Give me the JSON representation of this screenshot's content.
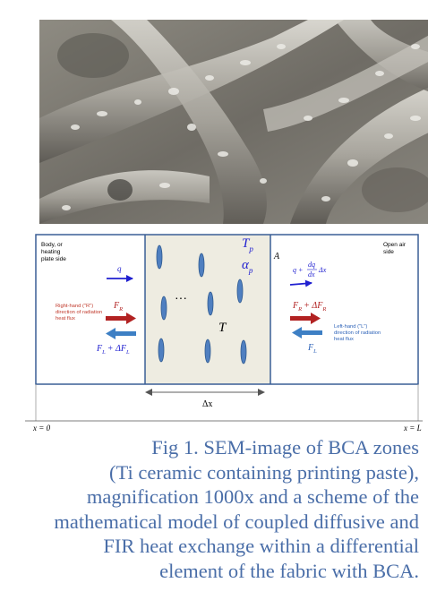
{
  "figure": {
    "left_label": [
      "Body, or",
      "heating",
      "plate side"
    ],
    "right_label": [
      "Open air",
      "side"
    ],
    "q_left": "q",
    "q_right_prefix": "q +",
    "q_right_num": "dq",
    "q_right_den": "dx",
    "q_right_suffix": "Δx",
    "T_p": "T",
    "T_p_sub": "p",
    "alpha_p": "α",
    "alpha_p_sub": "p",
    "A": "A",
    "dots": "···",
    "T": "T",
    "FR_left": "F",
    "FR_left_sub": "R",
    "FR_right": "F",
    "FR_right_sub": "R",
    "FR_right_suffix": "+ ΔF",
    "FR_right_suffix_sub": "R",
    "FL_left": "F",
    "FL_left_sub": "L",
    "FL_left_suffix": "+ ΔF",
    "FL_left_suffix_sub": "L",
    "FL_right": "F",
    "FL_right_sub": "L",
    "right_hand_note": [
      "Right-hand (\"R\")",
      "direction of radiation",
      "heat flux"
    ],
    "left_hand_note": [
      "Left-hand (\"L\")",
      "direction of radiation",
      "heat flux"
    ],
    "dx": "Δx",
    "x0": "x = 0",
    "xL": "x = L"
  },
  "caption": [
    "Fig 1. SEM-image of BCA zones",
    "(Ti ceramic containing printing paste),",
    "magnification 1000x and a scheme of the",
    "mathematical model of coupled diffusive and",
    "FIR heat exchange within a differential",
    "element of the fabric with BCA."
  ],
  "colors": {
    "blue_arrow": "#1f1fd0",
    "red_arrow": "#b22222",
    "light_blue_arrow": "#3d7fc4",
    "box_stroke": "#3a5f95",
    "middle_fill": "#eeece1",
    "ellipse_fill": "#4f7fc0",
    "note_red": "#c0392b",
    "note_blue": "#2e63b8"
  }
}
